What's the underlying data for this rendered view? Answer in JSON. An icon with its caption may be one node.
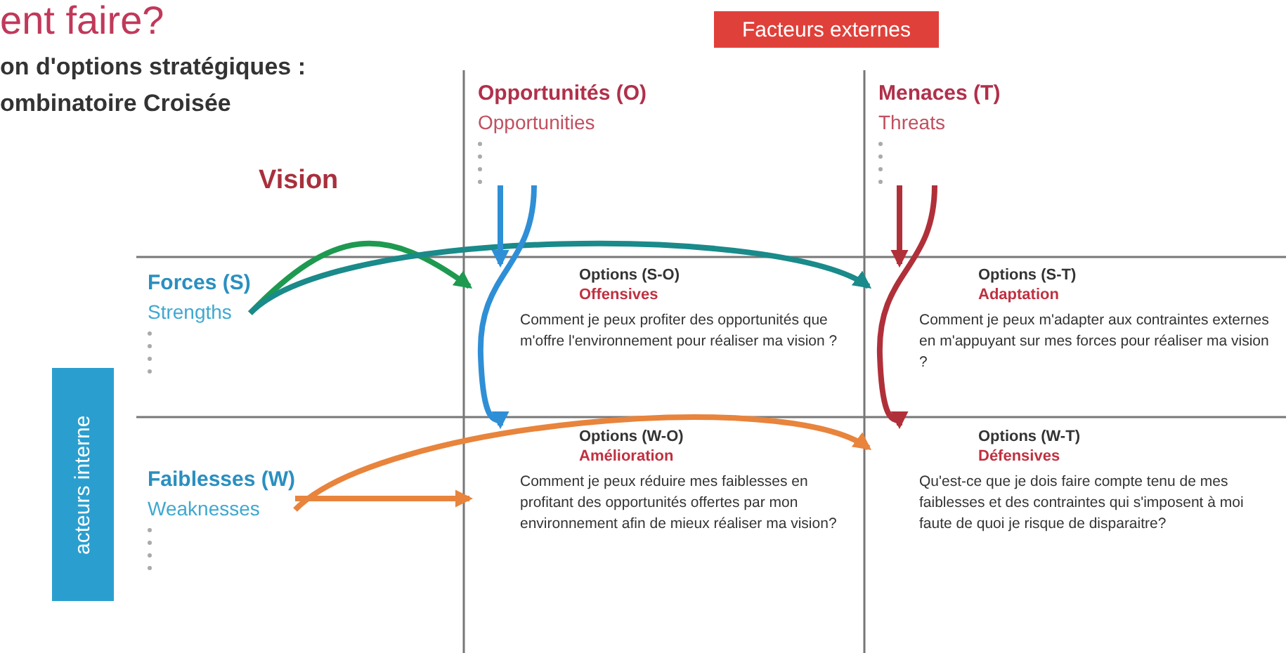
{
  "diagram": {
    "title": "ent faire?",
    "nodes": [
      {
        "text": [
          "Opportunités (O)",
          "Opportunities"
        ]
      },
      {
        "text": [
          "Menaces (T)",
          "Threats"
        ]
      },
      {
        "text": [
          "Forces (S)",
          "Strengths"
        ]
      },
      {
        "text": [
          "Faiblesses (W)",
          "Weaknesses"
        ]
      },
      {
        "text": [
          "Options (S-O)",
          "Offensives",
          "Comment je peux profiter des opportunités que m'offre l'environnement pour réaliser ma vision ?"
        ]
      },
      {
        "text": [
          "Options (S-T)",
          "Adaptation",
          "Comment je peux m'adapter aux contraintes externes en m'appuyant sur mes forces pour réaliser ma vision ?"
        ]
      },
      {
        "text": [
          "Options (W-O)",
          "Amélioration",
          "Comment je peux réduire mes faiblesses en profitant des opportunités offertes par mon environnement afin de mieux réaliser ma vision?"
        ]
      },
      {
        "text": [
          "Options (W-T)",
          "Défensives",
          "Qu'est-ce que je dois faire compte tenu de mes faiblesses et des contraintes qui s'imposent à moi faute de quoi je risque de disparaitre?"
        ]
      },
      {
        "text": [
          "Facteurs externes"
        ]
      },
      {
        "text": [
          "acteurs interne"
        ]
      }
    ],
    "edges": [
      {
        "from": 2,
        "to": 4,
        "arrow": "to",
        "color": "#1e9a50"
      },
      {
        "from": 2,
        "to": 5,
        "arrow": "to",
        "color": "#1a8a8a"
      },
      {
        "from": 0,
        "to": 4,
        "arrow": "to"
      },
      {
        "from": 0,
        "to": 6,
        "arrow": "to"
      },
      {
        "from": 1,
        "to": 5,
        "arrow": "to",
        "color": "#b0303a"
      },
      {
        "from": 1,
        "to": 7,
        "arrow": "to",
        "color": "#b0303a"
      },
      {
        "from": 3,
        "to": 6,
        "arrow": "to",
        "color": "#e8843c"
      },
      {
        "from": 3,
        "to": 7,
        "arrow": "to",
        "color": "#e8843c"
      }
    ],
    "labels": [
      "on d'options stratégiques :",
      "ombinatoire Croisée",
      "Vision"
    ]
  }
}
